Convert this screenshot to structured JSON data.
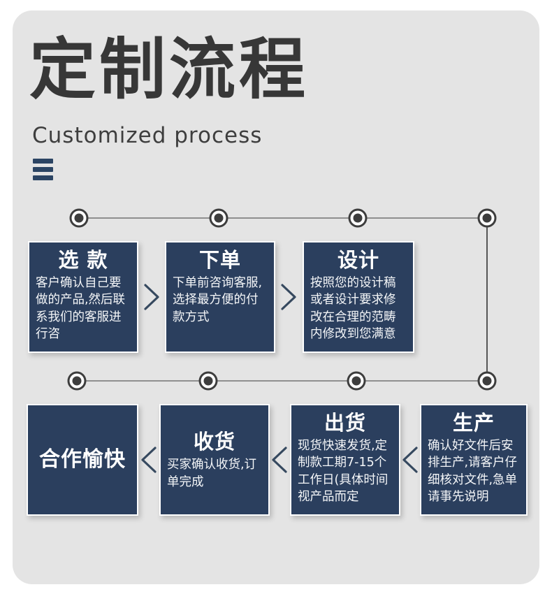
{
  "header": {
    "title": "定制流程",
    "subtitle": "Customized process"
  },
  "icons": {
    "menu": "hamburger-icon",
    "forward": "chevron-right-icon",
    "backward": "chevron-left-icon",
    "node": "timeline-node"
  },
  "colors": {
    "panel_background": "#e4e4e4",
    "page_background": "#ffffff",
    "box_navy": "#2b3f5e",
    "title_text": "#373737",
    "line_gray": "#8f8f8f",
    "node_dark": "#3d3d3d",
    "menu_navy": "#2b4463"
  },
  "flow": {
    "top_row_direction": "right",
    "bottom_row_direction": "left",
    "top_row": [
      {
        "title": "选 款",
        "body": "客户确认自己要做的产品,然后联系我们的客服进行咨"
      },
      {
        "title": "下单",
        "body": "下单前咨询客服,选择最方便的付款方式"
      },
      {
        "title": "设计",
        "body": "按照您的设计稿或者设计要求修改在合理的范畴内修改到您满意"
      }
    ],
    "bottom_row": [
      {
        "title": "合作愉快",
        "body": ""
      },
      {
        "title": "收货",
        "body": "买家确认收货,订单完成"
      },
      {
        "title": "出货",
        "body": "现货快速发货,定制款工期7-15个工作日(具体时间视产品而定"
      },
      {
        "title": "生产",
        "body": "确认好文件后安排生产,请客户仔细核对文件,急单请事先说明"
      }
    ]
  }
}
